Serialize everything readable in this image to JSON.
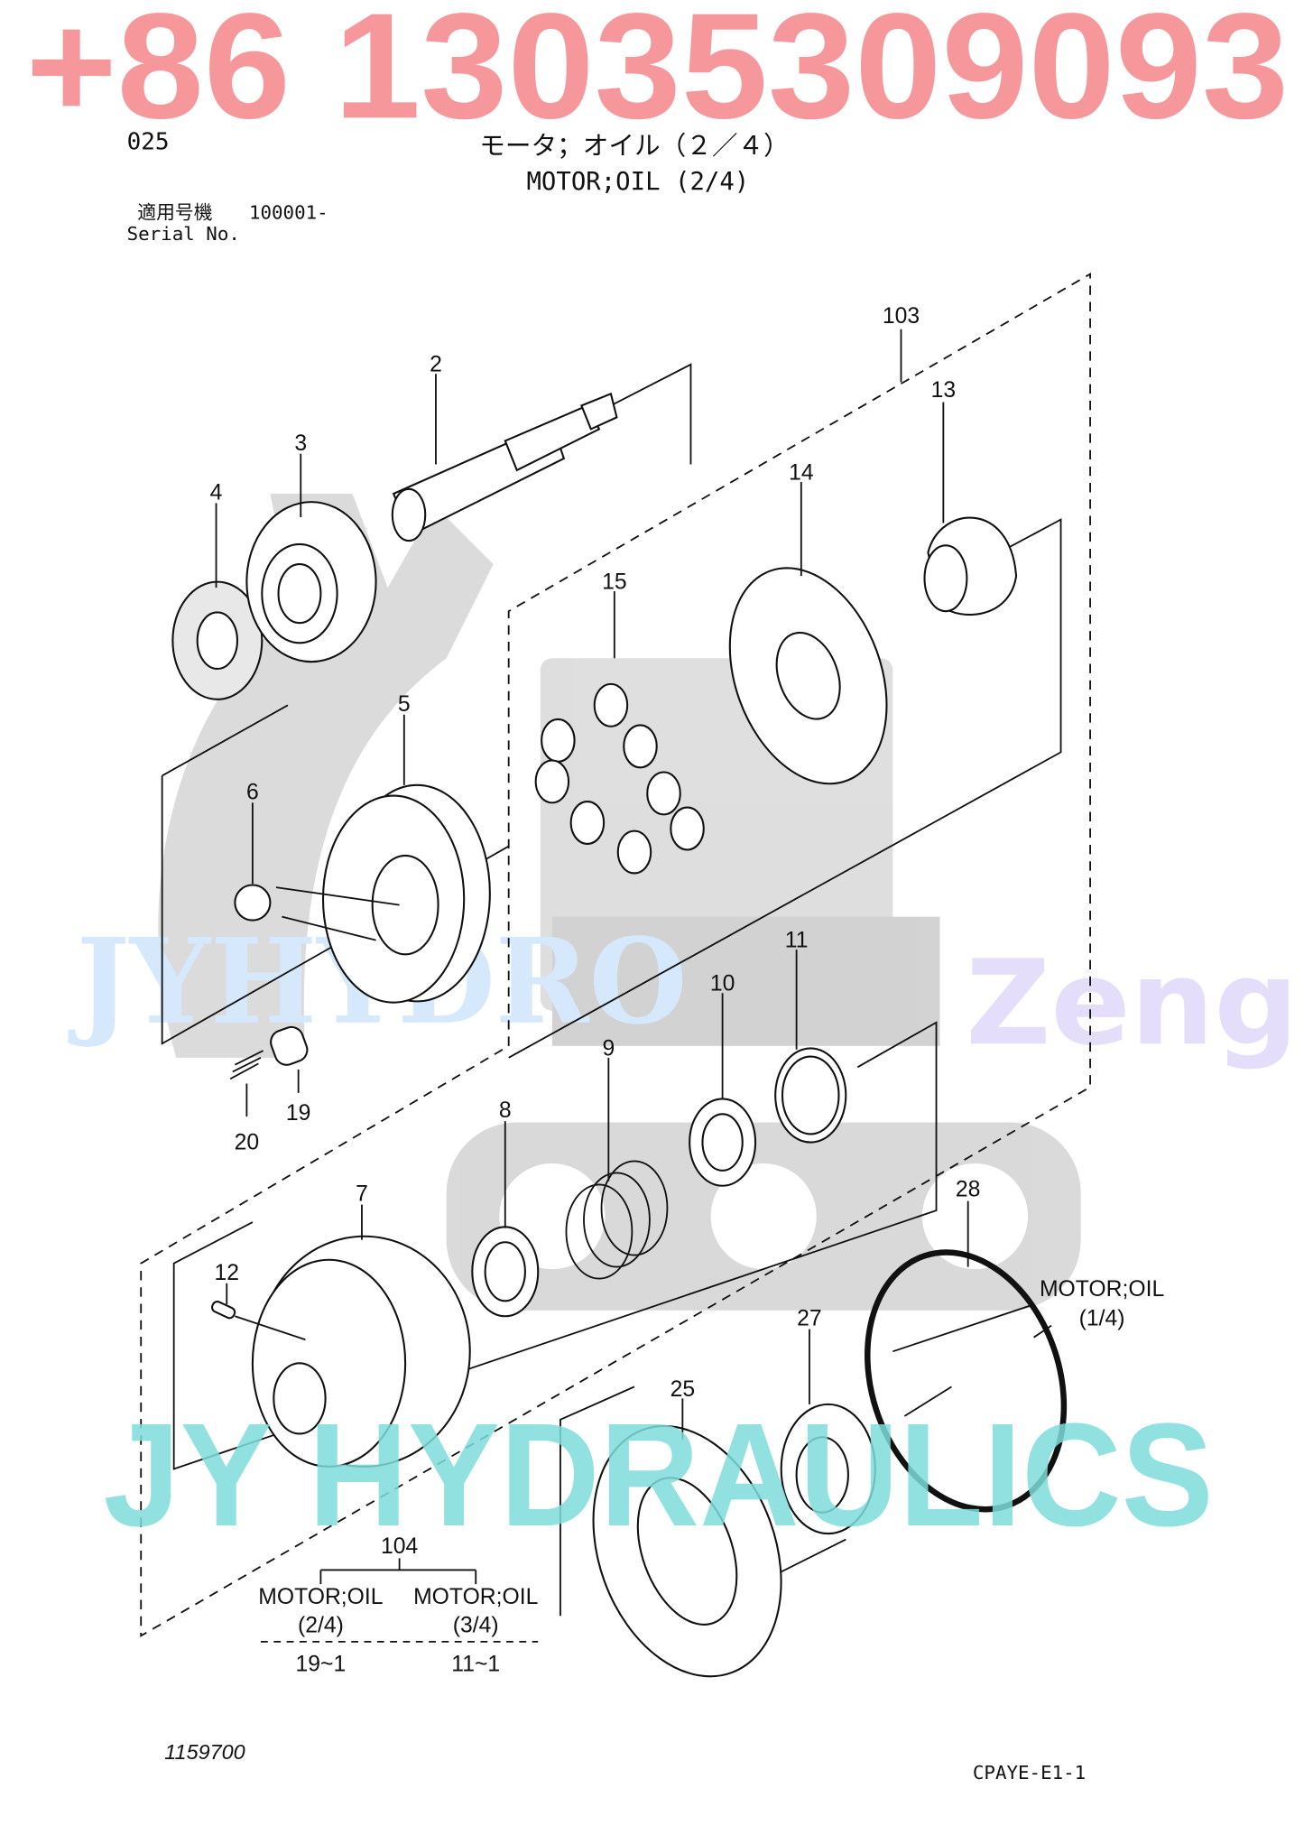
{
  "header": {
    "page_code": "025",
    "title_jp": "モータ；オイル（２／４）",
    "title_en": "MOTOR;OIL (2/4)",
    "serial_label_jp": "適用号機",
    "serial_value": "100001-",
    "serial_label_en": "Serial No."
  },
  "callouts": [
    "103",
    "13",
    "2",
    "3",
    "4",
    "14",
    "15",
    "5",
    "6",
    "11",
    "10",
    "9",
    "19",
    "20",
    "8",
    "28",
    "7",
    "12",
    "27",
    "25",
    "104"
  ],
  "reference": {
    "label": "MOTOR;OIL",
    "page": "(1/4)"
  },
  "sub_table": {
    "left": {
      "label": "MOTOR;OIL",
      "page": "(2/4)",
      "ref": "19~1"
    },
    "right": {
      "label": "MOTOR;OIL",
      "page": "(3/4)",
      "ref": "11~1"
    }
  },
  "footer": {
    "drawing_no": "1159700",
    "code": "CPAYE-E1-1"
  },
  "watermarks": {
    "phone": "+86 13035309093",
    "brand_bottom": "JY HYDRAULICS",
    "brand_middle": "JYHYDRO",
    "brand_middle_2": "Zeng",
    "colors": {
      "phone": "#f5868a",
      "brand_bottom": "#7fdcdc",
      "brand_middle": "#d6e8fb",
      "brand_middle_2": "#e4defb",
      "logo": "#c8c8c8",
      "accent_red": "#d40000"
    }
  }
}
